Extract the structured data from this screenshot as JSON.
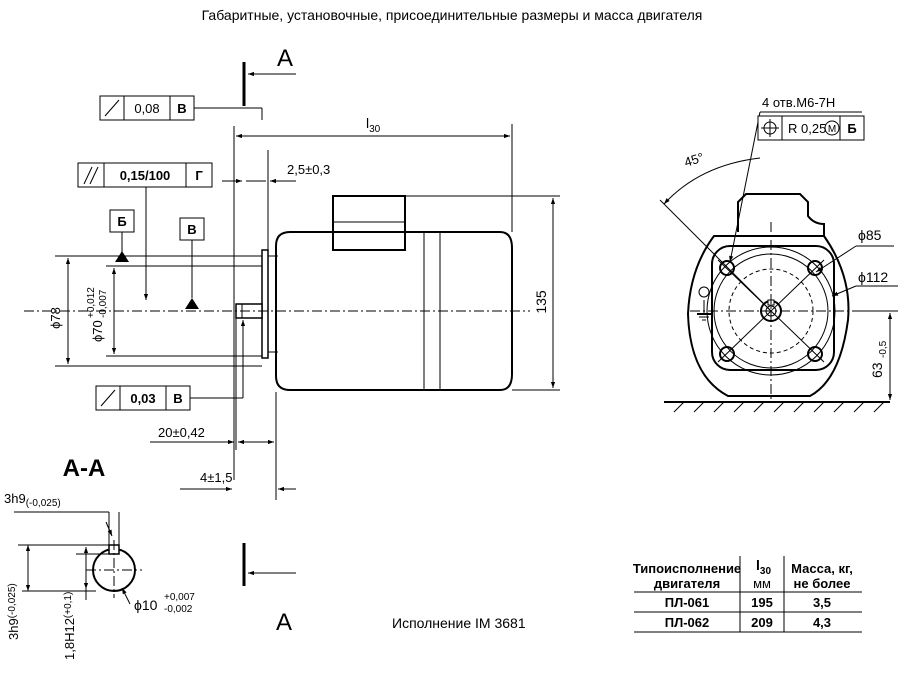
{
  "title": "Габаритные, установочные, присоединительные размеры и масса двигателя",
  "section": {
    "letter": "А",
    "name": "А-А"
  },
  "tolerances": {
    "runout_b": {
      "value": "0,08",
      "base": "В"
    },
    "parallel_g": {
      "value": "0,15/100",
      "base": "Г"
    },
    "runout_v": {
      "value": "0,03",
      "base": "В"
    },
    "position": {
      "value": "R 0,25",
      "mod": "M",
      "base": "Б"
    }
  },
  "datums": {
    "b": "Б",
    "v": "В"
  },
  "dims": {
    "l30": "l",
    "l30_sub": "30",
    "gap": "2,5±0,3",
    "height": "135",
    "dia78": "ϕ78",
    "dia70": "ϕ70",
    "dia70_up": "+0,012",
    "dia70_lo": "-0,007",
    "shaft_len": "20±0,42",
    "flange_w": "4±1,5",
    "holes": "4 отв.М6-7Н",
    "angle": "45°",
    "dia85": "ϕ85",
    "dia112": "ϕ112",
    "h63": "63",
    "h63_tol": "-0,5"
  },
  "section_dims": {
    "key_w": "3h9",
    "key_w_tol": "(-0,025)",
    "key_h": "3h9",
    "key_h_tol": "(-0,025)",
    "depth": "1,8H12",
    "depth_tol": "(+0,1)",
    "shaft": "ϕ10",
    "shaft_up": "+0,007",
    "shaft_lo": "-0,002"
  },
  "variant": "Исполнение IM 3681",
  "table": {
    "headers": [
      "Типоисполнение двигателя",
      "l30 мм",
      "Масса, кг, не более"
    ],
    "h1a": "Типоисполнение",
    "h1b": "двигателя",
    "h2a": "l",
    "h2sub": "30",
    "h2b": "мм",
    "h3a": "Масса, кг,",
    "h3b": "не более",
    "rows": [
      {
        "type": "ПЛ-061",
        "l30": "195",
        "mass": "3,5"
      },
      {
        "type": "ПЛ-062",
        "l30": "209",
        "mass": "4,3"
      }
    ]
  }
}
